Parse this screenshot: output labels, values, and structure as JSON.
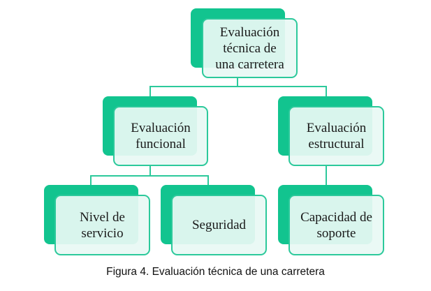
{
  "colors": {
    "accent": "#12c48f",
    "box_fill": "#e8f9f4",
    "border": "#2cc99b"
  },
  "nodes": {
    "root": "Evaluación\ntécnica de\nuna carretera",
    "functional": "Evaluación\nfuncional",
    "structural": "Evaluación\nestructural",
    "service_level": "Nivel de\nservicio",
    "safety": "Seguridad",
    "support_capacity": "Capacidad de\nsoporte"
  },
  "caption": "Figura 4. Evaluación técnica de una carretera"
}
